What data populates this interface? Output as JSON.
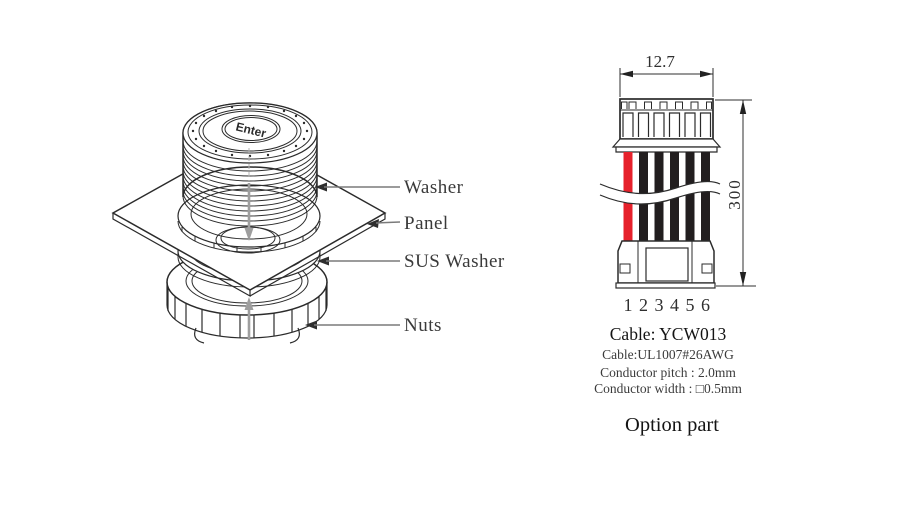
{
  "page": {
    "background": "#ffffff"
  },
  "assembly": {
    "knob_label": "Enter",
    "labels": [
      {
        "text": "Washer"
      },
      {
        "text": "Panel"
      },
      {
        "text": "SUS Washer"
      },
      {
        "text": "Nuts"
      }
    ]
  },
  "cable": {
    "width_dim": "12.7",
    "length_dim": "300",
    "pins": [
      "1",
      "2",
      "3",
      "4",
      "5",
      "6"
    ],
    "colors": {
      "wire_red": "#e6212b",
      "wire_black": "#221e1f",
      "pin1_red": "#b5413a"
    },
    "title": "Cable: YCW013",
    "spec_lines": [
      "Cable:UL1007#26AWG",
      "Conductor pitch : 2.0mm",
      "Conductor width : □0.5mm"
    ],
    "option_label": "Option part"
  }
}
